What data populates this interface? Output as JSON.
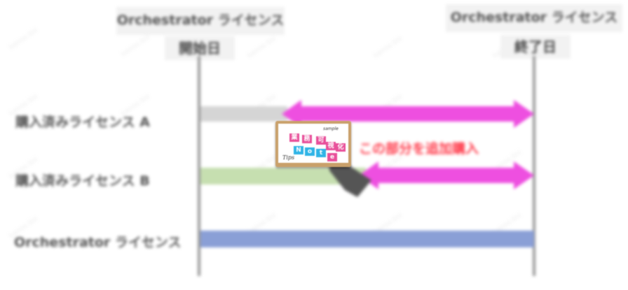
{
  "headers": {
    "start_top": "Orchestrator ライセンス",
    "start_bottom": "開始日",
    "end_top": "Orchestrator ライセンス",
    "end_bottom": "終了日"
  },
  "rows": [
    {
      "label": "購入済みライセンス A"
    },
    {
      "label": "購入済みライセンス B"
    },
    {
      "label": "Orchestrator ライセンス"
    }
  ],
  "annotation": "この部分を追加購入",
  "watermark_text": "kairos.biz",
  "logo": {
    "tiles": [
      "業",
      "務",
      "可",
      "視",
      "化",
      "N",
      "o",
      "t",
      "e"
    ],
    "tips": "Tips",
    "sample": "sample"
  },
  "colors": {
    "arrow": "#ee4fe0",
    "bar_gray": "#d5d5d5",
    "bar_green": "#c6dfb0",
    "bar_blue": "#8a9fd6",
    "annotation": "#ff3a4a"
  }
}
